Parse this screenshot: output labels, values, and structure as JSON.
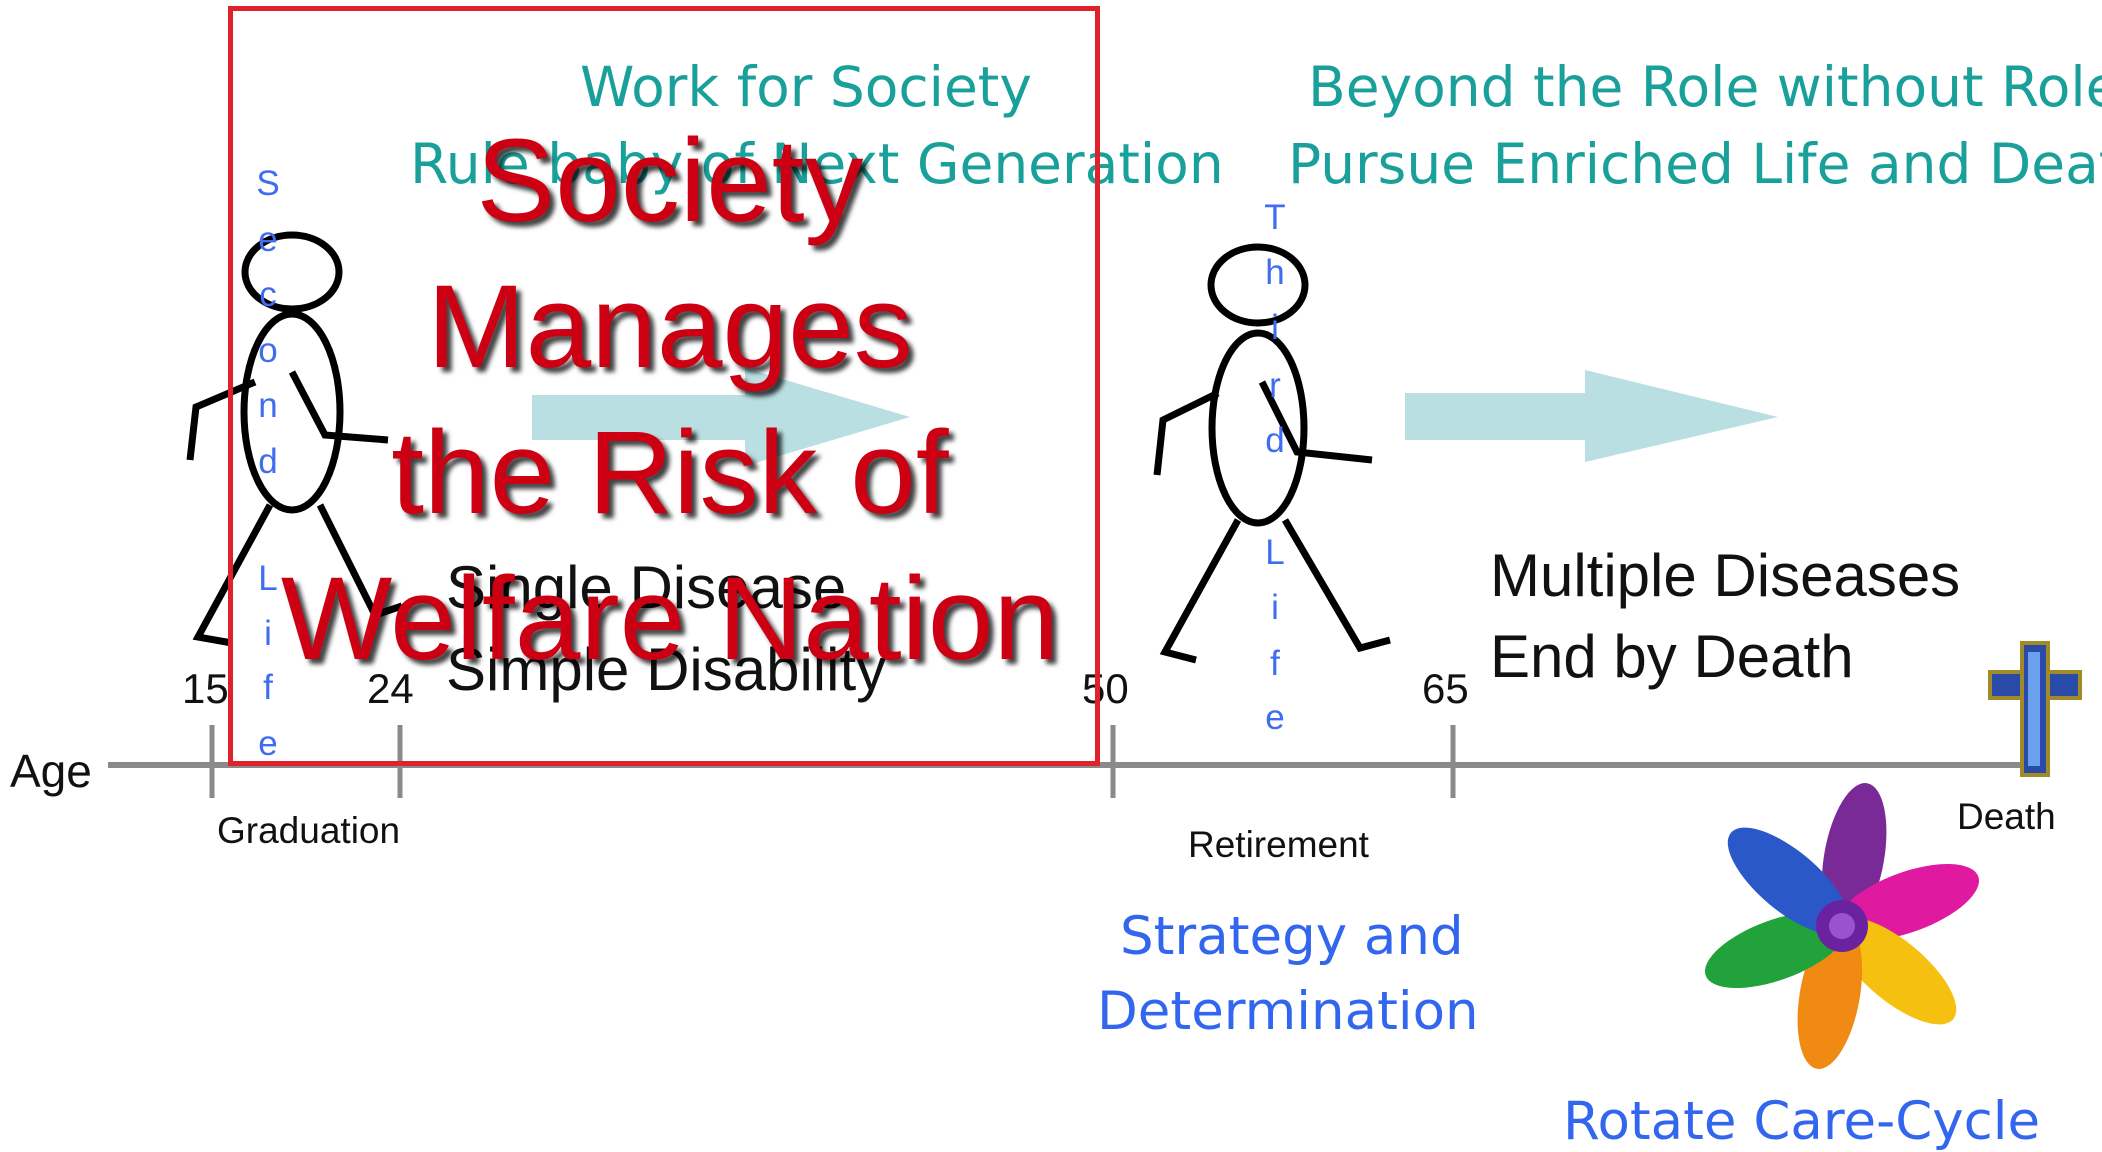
{
  "top_left_heading": {
    "line1": "Work for Society",
    "line2": "Rule baby of Next Generation"
  },
  "top_right_heading": {
    "line1": "Beyond the Role without Role",
    "line2": "Pursue Enriched Life and Death"
  },
  "stage_left": {
    "label": "Second Life",
    "letters": [
      "S",
      "e",
      "c",
      "o",
      "n",
      "d",
      "L",
      "i",
      "f",
      "e"
    ],
    "line1": "Single Disease",
    "line2": "Simple Disability"
  },
  "stage_right": {
    "label": "Third Life",
    "letters": [
      "T",
      "h",
      "i",
      "r",
      "d",
      "L",
      "i",
      "f",
      "e"
    ],
    "line1": "Multiple Diseases",
    "line2": "End by Death"
  },
  "timeline": {
    "axis_label": "Age",
    "ticks": [
      "15",
      "24",
      "50",
      "65"
    ],
    "milestones": {
      "graduation": "Graduation",
      "retirement": "Retirement",
      "death": "Death"
    }
  },
  "strategy": {
    "line1": "Strategy and",
    "line2": "Determination"
  },
  "care_cycle": "Rotate Care-Cycle",
  "overlay": {
    "lines": [
      "Society",
      "Manages",
      "the Risk of",
      "Welfare Nation"
    ]
  },
  "colors": {
    "teal_text": "#1aa09a",
    "blue_text": "#3366ee",
    "arrow": "#b9dfe2",
    "overlay_red": "#cc0012",
    "axis": "#8a8a8a"
  },
  "icons": [
    "cross-icon",
    "pinwheel-icon",
    "stick-figure-icon",
    "arrow-right-icon"
  ]
}
